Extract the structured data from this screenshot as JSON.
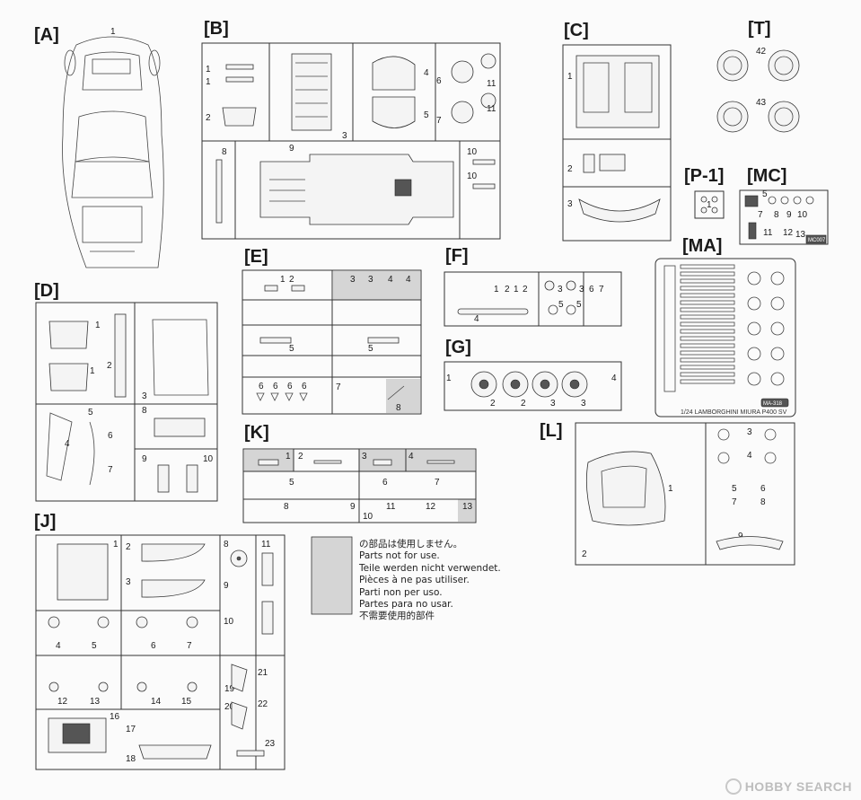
{
  "sections": {
    "A": "[A]",
    "B": "[B]",
    "C": "[C]",
    "T": "[T]",
    "P1": "[P-1]",
    "MC": "[MC]",
    "MA": "[MA]",
    "D": "[D]",
    "E": "[E]",
    "F": "[F]",
    "G": "[G]",
    "K": "[K]",
    "L": "[L]",
    "J": "[J]"
  },
  "etch_caption": "1/24 LAMBORGHINI MIURA P400 SV",
  "etch_code": "MA-318",
  "decal_code": "MC007",
  "notice": [
    "の部品は使用しません。",
    "Parts not for use.",
    "Teile werden nicht verwendet.",
    "Pièces à ne pas utiliser.",
    "Parti non per uso.",
    "Partes para no usar.",
    "不需要使用的部件"
  ],
  "watermark": "HOBBY SEARCH",
  "colors": {
    "unused_shade": "#d5d5d5",
    "line": "#333333"
  }
}
